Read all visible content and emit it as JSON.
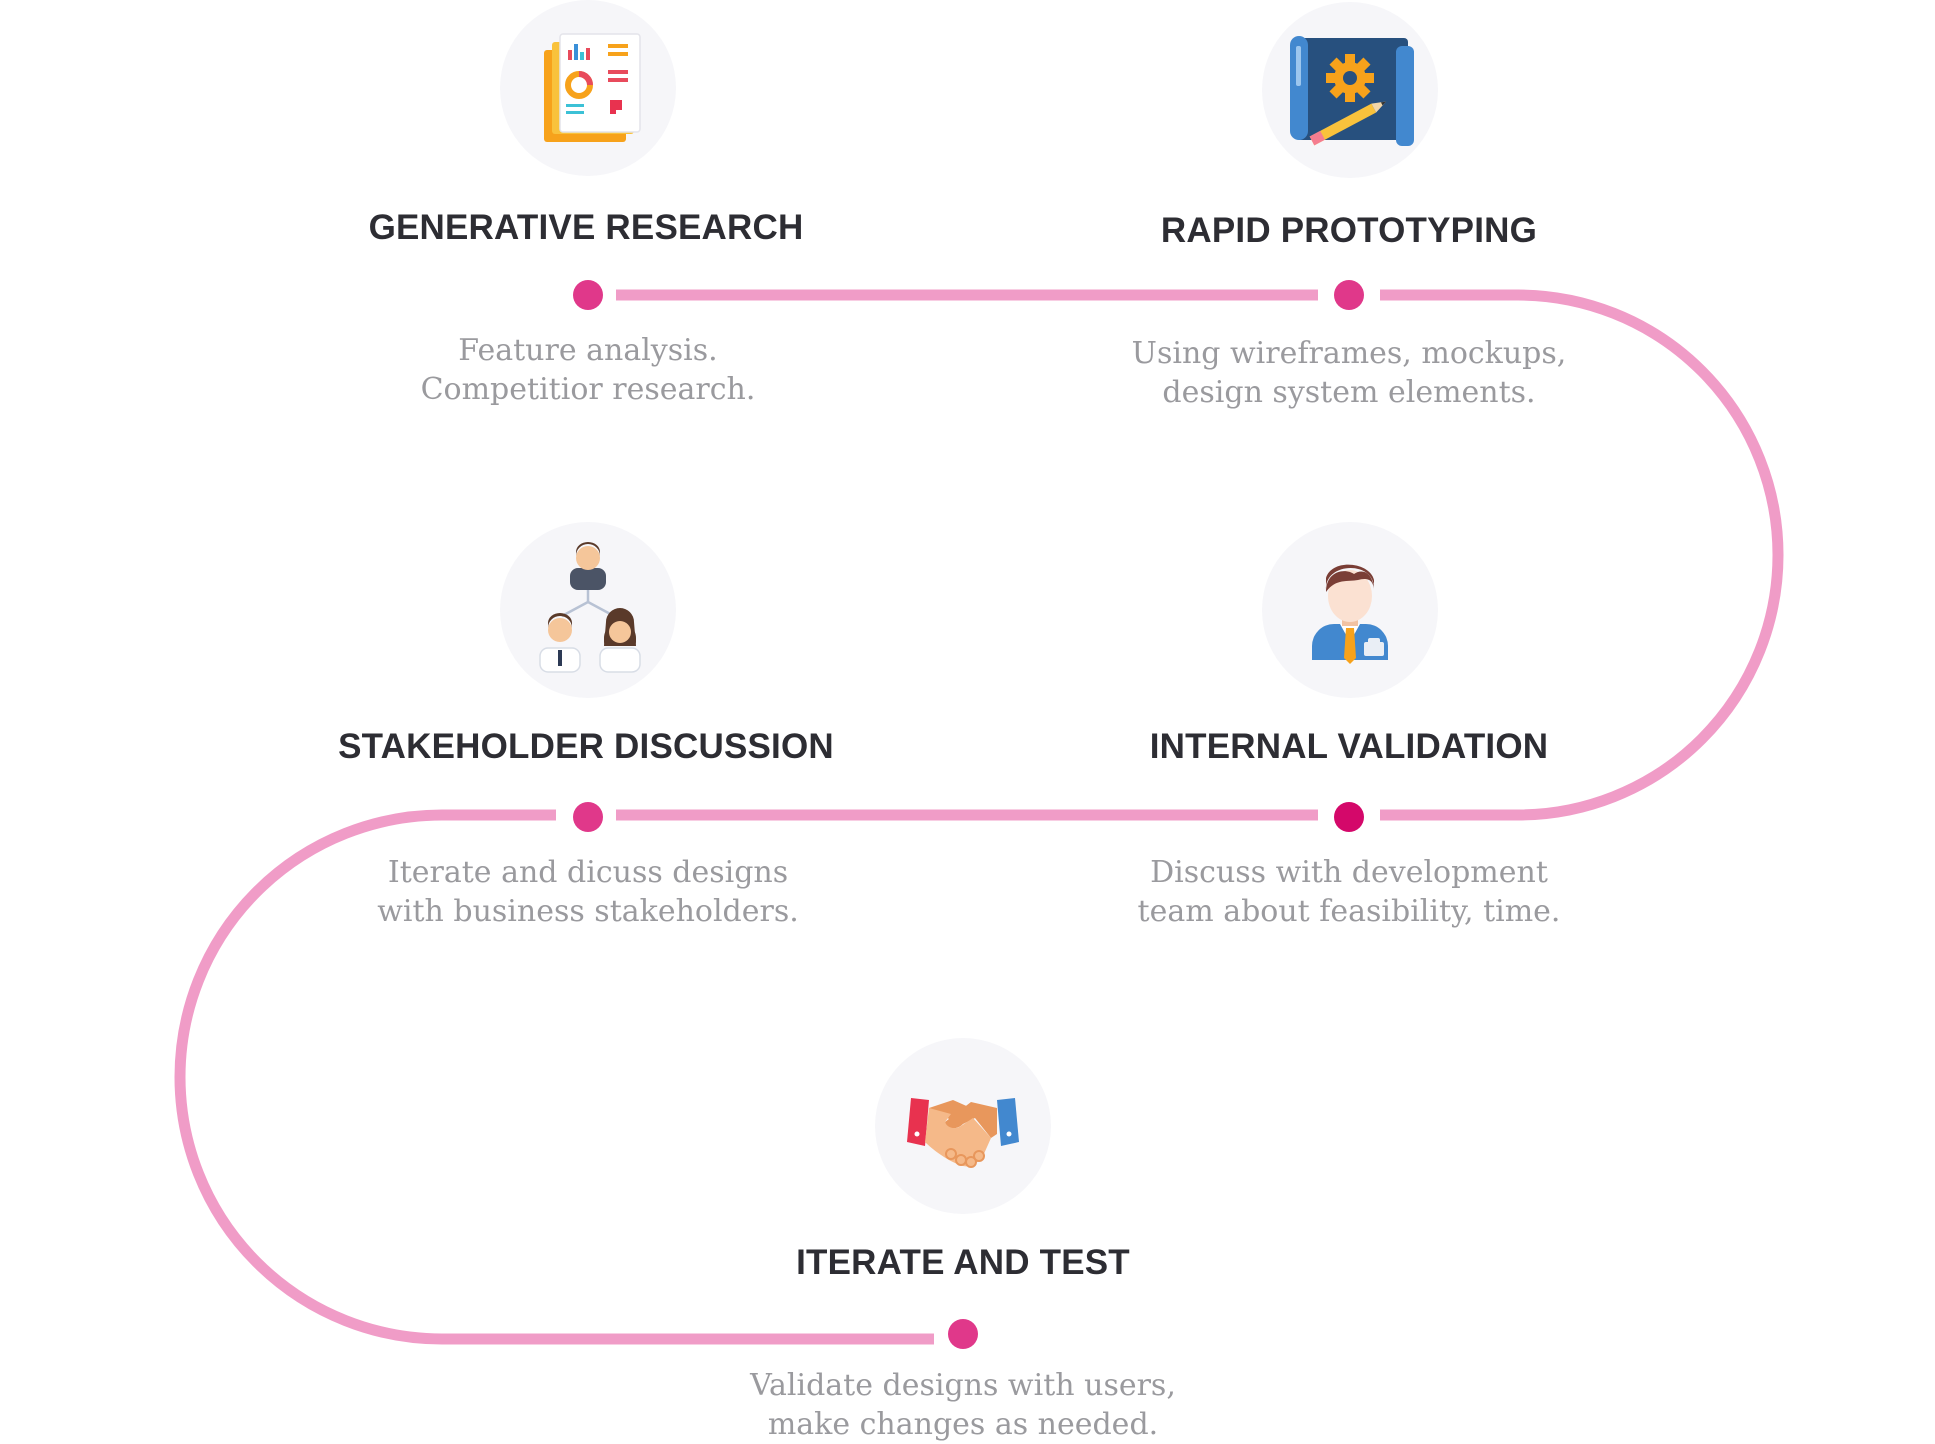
{
  "colors": {
    "path": "#f09cc7",
    "dot": "#e0388a",
    "dot_active": "#d4086a",
    "icon_bg": "#f6f6f9",
    "title": "#2d2d33",
    "description": "#9a9a9e"
  },
  "steps": [
    {
      "title": "GENERATIVE RESEARCH",
      "icon": "report-chart-icon",
      "description": [
        "Feature analysis.",
        "Competitior research."
      ]
    },
    {
      "title": "RAPID PROTOTYPING",
      "icon": "blueprint-gear-icon",
      "description": [
        "Using wireframes, mockups,",
        "design system elements."
      ]
    },
    {
      "title": "STAKEHOLDER DISCUSSION",
      "icon": "team-hierarchy-icon",
      "description": [
        "Iterate and dicuss designs",
        "with business stakeholders."
      ]
    },
    {
      "title": "INTERNAL VALIDATION",
      "icon": "employee-badge-icon",
      "description": [
        "Discuss with development",
        "team about feasibility, time."
      ]
    },
    {
      "title": "ITERATE AND TEST",
      "icon": "handshake-icon",
      "description": [
        "Validate designs with users,",
        "make changes as needed."
      ]
    }
  ]
}
